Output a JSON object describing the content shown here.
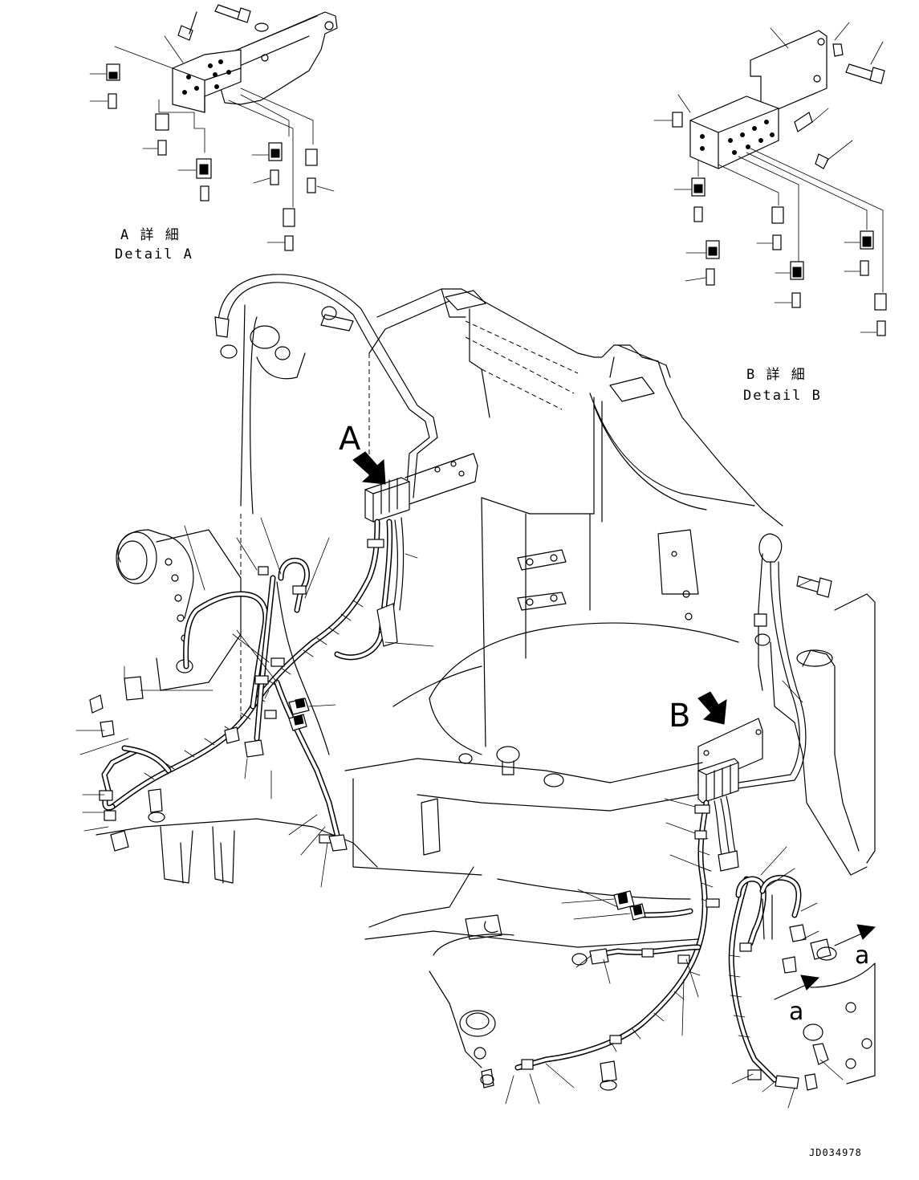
{
  "detail_a": {
    "title_jp": "A 詳 細",
    "title_en": "Detail A"
  },
  "detail_b": {
    "title_jp": "B 詳 細",
    "title_en": "Detail B"
  },
  "callouts": {
    "a": "A",
    "b": "B",
    "arrow_a": "a"
  },
  "drawing_number": "JD034978"
}
